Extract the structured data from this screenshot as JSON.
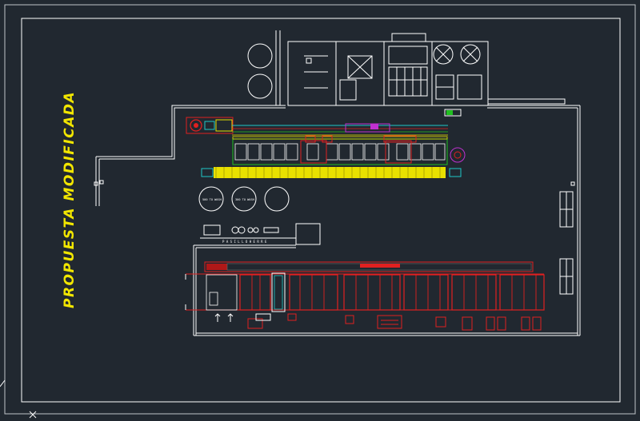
{
  "drawing": {
    "title": "PROPUESTA MODIFICADA",
    "corridor_label": "P A S I L L O   H E R R E",
    "tank_labels": [
      "500 TO WASH",
      "300 TO WASH",
      "",
      ""
    ]
  },
  "colors": {
    "background": "#212830",
    "linework": "#ffffff",
    "title": "#f2e600",
    "equipment_red": "#e02020",
    "equipment_yellow": "#e8e000",
    "equipment_green": "#20c020",
    "equipment_cyan": "#20c8c8",
    "equipment_magenta": "#c030d0"
  }
}
